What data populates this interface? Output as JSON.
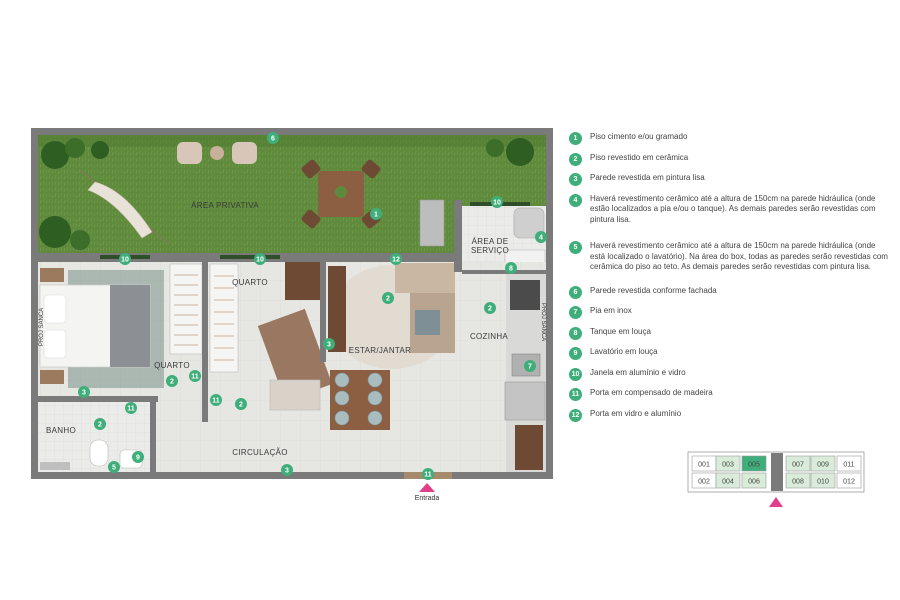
{
  "rooms": {
    "area_privativa": "ÁREA PRIVATIVA",
    "area_servico_1": "ÁREA DE",
    "area_servico_2": "SERVIÇO",
    "quarto_top": "QUARTO",
    "quarto_left": "QUARTO",
    "estar_jantar": "ESTAR/JANTAR",
    "cozinha": "COZINHA",
    "banho": "BANHO",
    "circulacao": "CIRCULAÇÃO",
    "proj_sanca_left": "PROJ SANCA",
    "proj_sanca_right": "PROJ SANCA"
  },
  "entrance_label": "Entrada",
  "markers": [
    {
      "n": "6"
    },
    {
      "n": "1"
    },
    {
      "n": "10"
    },
    {
      "n": "10"
    },
    {
      "n": "10"
    },
    {
      "n": "12"
    },
    {
      "n": "4"
    },
    {
      "n": "8"
    },
    {
      "n": "2"
    },
    {
      "n": "2"
    },
    {
      "n": "3"
    },
    {
      "n": "2"
    },
    {
      "n": "11"
    },
    {
      "n": "3"
    },
    {
      "n": "11"
    },
    {
      "n": "2"
    },
    {
      "n": "11"
    },
    {
      "n": "7"
    },
    {
      "n": "2"
    },
    {
      "n": "9"
    },
    {
      "n": "5"
    },
    {
      "n": "3"
    },
    {
      "n": "11"
    }
  ],
  "legend": [
    {
      "n": "1",
      "text": "Piso cimento e/ou gramado"
    },
    {
      "n": "2",
      "text": "Piso revestido em cerâmica"
    },
    {
      "n": "3",
      "text": "Parede revestida em pintura lisa"
    },
    {
      "n": "4",
      "text": "Haverá revestimento cerâmico até a altura de 150cm na parede hidráulica (onde estão localizados a pia e/ou o tanque). As demais paredes serão revestidas com pintura lisa."
    },
    {
      "n": "5",
      "text": "Haverá revestimento cerâmico até a altura de 150cm na parede hidráulica (onde está localizado o lavatório). Na área do box, todas as paredes serão revestidas com cerâmica do piso ao teto. As demais paredes serão revestidas com pintura lisa."
    },
    {
      "n": "6",
      "text": "Parede revestida conforme fachada"
    },
    {
      "n": "7",
      "text": "Pia em inox"
    },
    {
      "n": "8",
      "text": "Tanque em louça"
    },
    {
      "n": "9",
      "text": "Lavatório em louça"
    },
    {
      "n": "10",
      "text": "Janela em alumínio e vidro"
    },
    {
      "n": "11",
      "text": "Porta em compensado de madeira"
    },
    {
      "n": "12",
      "text": "Porta em vidro e alumínio"
    }
  ],
  "key_plan": {
    "top_row": [
      "001",
      "003",
      "005",
      "007",
      "009",
      "011"
    ],
    "bottom_row": [
      "002",
      "004",
      "006",
      "008",
      "010",
      "012"
    ],
    "highlighted": "005",
    "highlight_color": "#3fae7a",
    "unit_color": "#d9ecd9"
  },
  "colors": {
    "accent": "#3fae7a",
    "lawn": "#5f8a3c",
    "wall": "#7a7a7a",
    "floor": "#e4e4e2",
    "entrance": "#e0408a"
  }
}
